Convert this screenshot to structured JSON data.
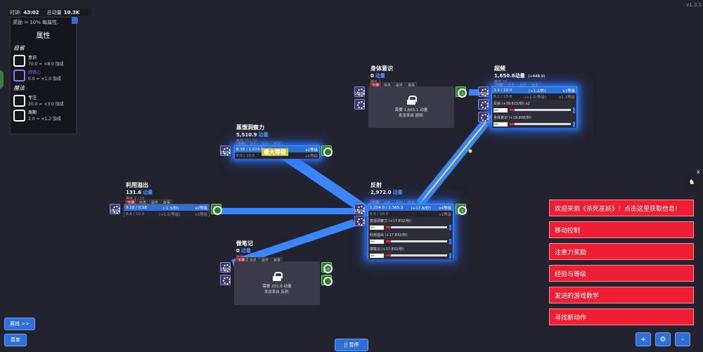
{
  "hud": {
    "timer_label": "时钟:",
    "timer_value": "43:02",
    "total_label": "总动量",
    "total_value": "10.3K",
    "version": "v1.3.1"
  },
  "bonus": {
    "text": "奖励 = 10% 每属性."
  },
  "attributes": {
    "title": "属性",
    "groups": [
      {
        "name": "自省",
        "items": [
          {
            "name": "意识",
            "value": "70.0 = ×8.0 加成",
            "icon": "eye-icon"
          },
          {
            "name": "好奇心",
            "value": "0.0 = ×1.0 加成",
            "icon": "question-icon",
            "accent": "#a070ff"
          }
        ]
      },
      {
        "name": "魔法",
        "items": [
          {
            "name": "专注",
            "value": "20.0 = ×3.0 加成",
            "icon": "focus-icon"
          },
          {
            "name": "周期",
            "value": "2.0 = ×1.2 加成",
            "icon": "cycle-icon"
          }
        ]
      }
    ]
  },
  "tab_labels": [
    "下游",
    "信息",
    "属性",
    "故事"
  ],
  "nodes": {
    "steam": {
      "name": "蒸馏洞察力",
      "amount": "5,510.9",
      "unit": "动量",
      "sub": "等级 10 / 10",
      "row1": "8.38 / 1,024.0",
      "row1r": "x2等级",
      "row2": "8.0 / 10.0",
      "row2r": "x1等级",
      "maxed": "最大等级",
      "gear": "100%"
    },
    "overflow": {
      "name": "利用溢出",
      "amount": "131.6",
      "unit": "动量",
      "sub": "等级 2 / 10",
      "row1": "9.18 / 0.58",
      "row1m": "(-1.3/秒)",
      "row1r": "x2等级",
      "row2": "8.8 / 10.0",
      "row2m": "(+1.0/等级)",
      "row2r": "x1等级",
      "gear": "100%"
    },
    "reflex": {
      "name": "反射",
      "amount": "2,972.0",
      "unit": "动量",
      "row1": "1,254.0 / 1,365.3",
      "row1m": "(+17.8/秒)",
      "row1r": "x4等级",
      "row2": "6.0 / 10.0",
      "row2r": "x1等级",
      "gear": "100%",
      "btn": "1.3",
      "sliders": [
        {
          "label": "蒸馏洞察力 (+17.832/秒)",
          "val": "100"
        },
        {
          "label": "利用溢出 (+17.832/秒)",
          "val": "100"
        },
        {
          "label": "做笔记 (+17.832/秒)",
          "val": "100"
        }
      ]
    },
    "body": {
      "name": "身体意识",
      "amount": "0",
      "unit": "动量",
      "sub": "等级 1",
      "lock1": "需要 1,665.1 动量",
      "lock2": "发送来自 超频.",
      "gear": "100%",
      "btn": "1.3"
    },
    "notes": {
      "name": "做笔记",
      "amount": "0",
      "unit": "动量",
      "sub": "等级 1 / 10",
      "lock1": "需要 201.6 动量",
      "lock2": "发送来自 反射.",
      "gear": "100%",
      "btn": "3.0"
    },
    "over": {
      "name": "超频",
      "amount": "1,650.6",
      "unit": "动量",
      "gain": "(+448.9)",
      "sub": "等级 10",
      "row1": "3.3 / 10.0",
      "row1m": "(+1.2/秒)",
      "row1r": "x1等级",
      "row2": "8.2 / 15.8",
      "row2m": "(+1.0/等级)",
      "row2r": "x1.1等级",
      "gear": "100%",
      "sliders": [
        {
          "label": "反射 (+39.615/秒) x2",
          "val": "100"
        },
        {
          "label": "身体意识 (+19.808/秒)",
          "val": "100"
        }
      ]
    }
  },
  "menu": [
    {
      "label": "欢迎来到《杀死巫妖》！点击这里获取信息!"
    },
    {
      "label": "移动控制"
    },
    {
      "label": "注意力奖励"
    },
    {
      "label": "经验与等级"
    },
    {
      "label": "发送的游戏数学"
    },
    {
      "label": "寻找新动作"
    }
  ],
  "controls": {
    "offline": "离线 >>",
    "menu": "菜单",
    "pause": "|| 暂停",
    "zoom_in": "+",
    "settings": "⚙",
    "zoom_out": "-",
    "close": "x"
  }
}
